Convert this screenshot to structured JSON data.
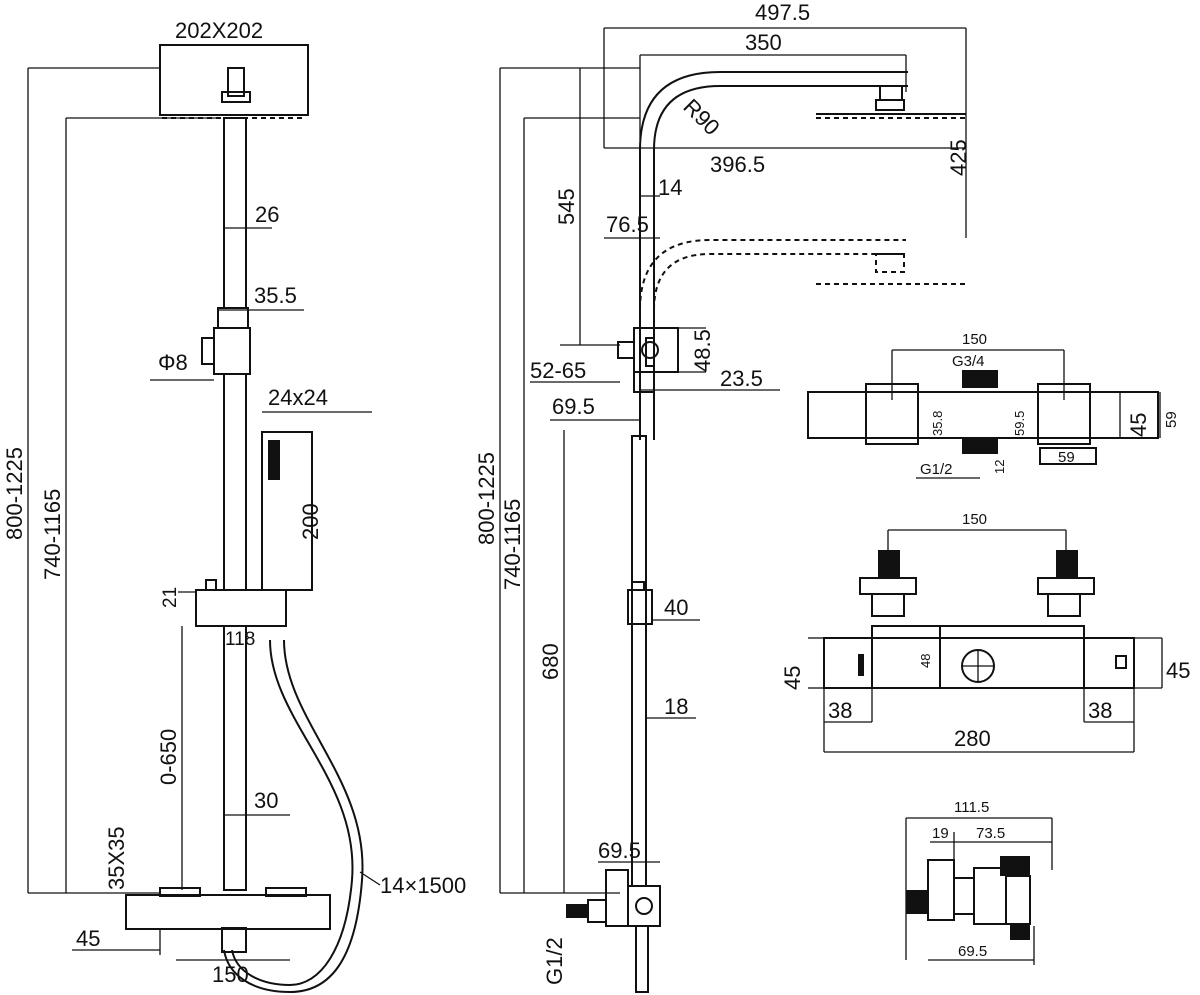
{
  "front_view": {
    "head_size": "202X202",
    "overall_height": "800-1225",
    "riser_height": "740-1165",
    "pipe_dia_upper": "26",
    "clamp": "35.5",
    "dia_label": "Φ8",
    "handshower_size": "24x24",
    "handshower_length": "200",
    "slider_h": "21",
    "slider_w": "118",
    "adjust_range": "0-650",
    "pipe_dia_lower": "30",
    "bracket": "35X35",
    "hose": "14×1500",
    "base_offset": "45",
    "centres": "150"
  },
  "side_view": {
    "projection_total": "497.5",
    "projection_arm": "350",
    "radius": "R90",
    "arm_reach": "396.5",
    "head_drop": "425",
    "top_drop": "545",
    "pipe_dia": "14",
    "wall_offset": "76.5",
    "overall_height": "800-1225",
    "riser_height": "740-1165",
    "bracket_range": "52-65",
    "diverter_h": "48.5",
    "diverter_depth": "23.5",
    "wall_to_pipe": "69.5",
    "rail_height": "680",
    "slider": "40",
    "rail_dia": "18",
    "inlet_offset": "69.5",
    "thread": "G1/2"
  },
  "valve_top": {
    "centres": "150",
    "outlet": "G3/4",
    "d1": "35.8",
    "d2": "59.5",
    "height": "45",
    "height_total": "59",
    "width": "59",
    "inlet": "G1/2",
    "stub": "12"
  },
  "valve_front": {
    "centres": "150",
    "height_left": "45",
    "height_right": "45",
    "body_h": "48",
    "handle_left": "38",
    "handle_right": "38",
    "length": "280"
  },
  "valve_side": {
    "total": "111.5",
    "d1": "19",
    "d2": "73.5",
    "depth": "69.5"
  }
}
